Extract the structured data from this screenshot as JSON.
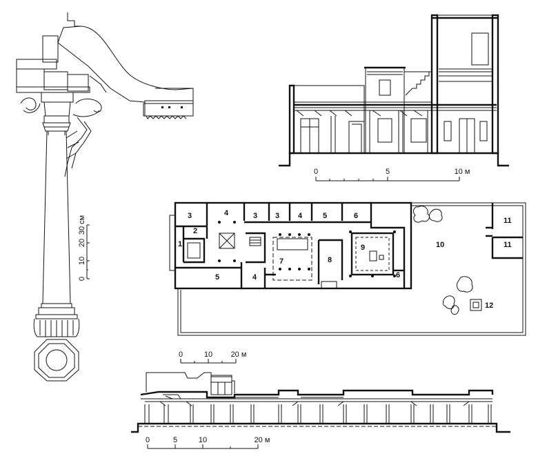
{
  "column_scale": {
    "ticks": [
      "0",
      "10",
      "20",
      "30 см"
    ]
  },
  "section_top_scale": {
    "ticks": [
      "0",
      "5",
      "10 м"
    ]
  },
  "plan_rooms": [
    {
      "id": "r3a",
      "label": "3"
    },
    {
      "id": "r4a",
      "label": "4"
    },
    {
      "id": "r3b",
      "label": "3"
    },
    {
      "id": "r3c",
      "label": "3"
    },
    {
      "id": "r4b",
      "label": "4"
    },
    {
      "id": "r5a",
      "label": "5"
    },
    {
      "id": "r6a",
      "label": "6"
    },
    {
      "id": "r2",
      "label": "2"
    },
    {
      "id": "r1",
      "label": "1"
    },
    {
      "id": "r7",
      "label": "7"
    },
    {
      "id": "r8",
      "label": "8"
    },
    {
      "id": "r9",
      "label": "9"
    },
    {
      "id": "r10",
      "label": "10"
    },
    {
      "id": "r11a",
      "label": "11"
    },
    {
      "id": "r11b",
      "label": "11"
    },
    {
      "id": "r5b",
      "label": "5"
    },
    {
      "id": "r4c",
      "label": "4"
    },
    {
      "id": "r6b",
      "label": "6"
    },
    {
      "id": "r12",
      "label": "12"
    }
  ],
  "plan_scale": {
    "ticks": [
      "0",
      "10",
      "20 м"
    ]
  },
  "section_bottom_scale": {
    "ticks": [
      "0",
      "5",
      "10",
      "20 м"
    ]
  }
}
